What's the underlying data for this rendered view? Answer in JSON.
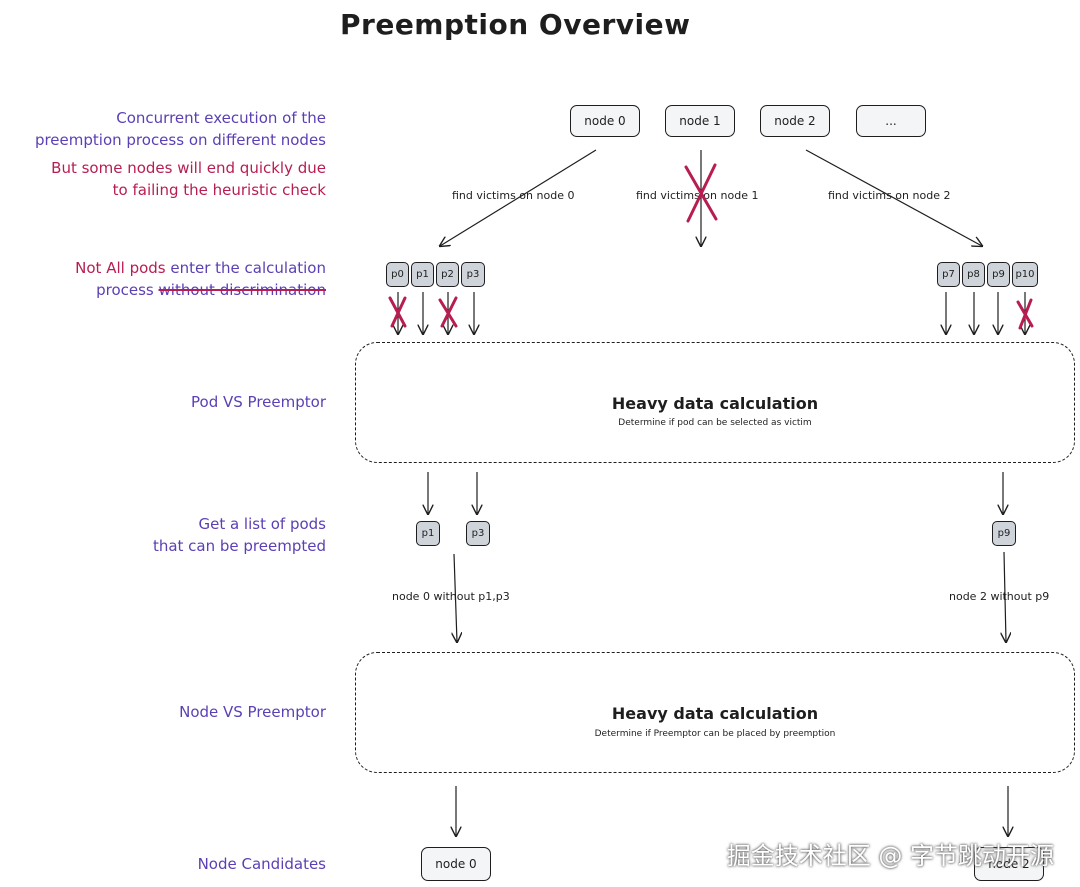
{
  "title": "Preemption Overview",
  "side_labels": {
    "concurrent_line1": "Concurrent execution of the",
    "concurrent_line2": "preemption process on different nodes",
    "heuristic_line1": "But some nodes will end quickly due",
    "heuristic_line2": "to failing the heuristic check",
    "not_all_part1": "Not All pods ",
    "not_all_part2": "enter the calculation",
    "process_word": "process ",
    "without_discrimination": "without discrimination",
    "pod_vs_preemptor": "Pod VS Preemptor",
    "list_line1": "Get a list of pods",
    "list_line2": "that can be preempted",
    "node_vs_preemptor": "Node VS Preemptor",
    "node_candidates": "Node Candidates"
  },
  "nodes": [
    {
      "label": "node 0"
    },
    {
      "label": "node 1"
    },
    {
      "label": "node 2"
    },
    {
      "label": "..."
    }
  ],
  "find_labels": {
    "node0": "find victims on node 0",
    "node1": "find victims on node 1",
    "node2": "find victims on node 2"
  },
  "pods_node0": [
    "p0",
    "p1",
    "p2",
    "p3"
  ],
  "pods_node2": [
    "p7",
    "p8",
    "p9",
    "p10"
  ],
  "calc1": {
    "title": "Heavy data calculation",
    "subtitle": "Determine if pod can be selected as victim"
  },
  "selected_pods": [
    "p1",
    "p3",
    "p9"
  ],
  "without_labels": {
    "node0": "node 0 without p1,p3",
    "node2": "node 2 without p9"
  },
  "calc2": {
    "title": "Heavy data calculation",
    "subtitle": "Determine if Preemptor can be placed by preemption"
  },
  "candidates": [
    "node 0",
    "node 2"
  ],
  "watermark": "掘金技术社区 @ 字节跳动开源",
  "colors": {
    "purple": "#5b3fb5",
    "crimson": "#b81d52",
    "pod_fill": "#ced4da",
    "node_fill": "#f4f5f6"
  }
}
